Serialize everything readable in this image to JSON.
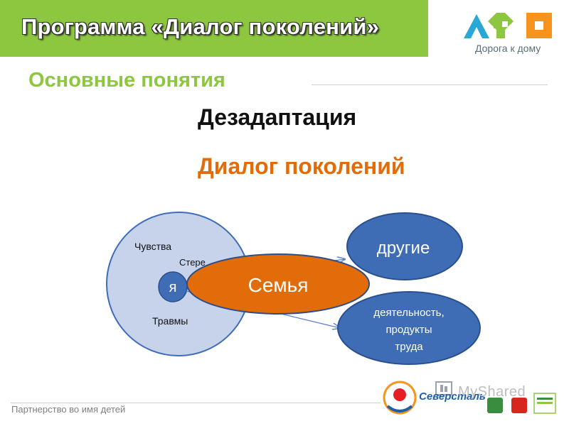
{
  "header": {
    "title": "Программа «Диалог поколений»",
    "logo_caption": "Дорога к дому"
  },
  "subtitle": "Основные понятия",
  "terms": [
    "Дезадаптация",
    "Диалог поколений"
  ],
  "diagram": {
    "self_circle": {
      "center_label": "я",
      "labels": [
        "Чувства",
        "Стере",
        "Травмы"
      ]
    },
    "family": "Семья",
    "others": "другие",
    "activity": [
      "деятельность,",
      "продукты",
      "труда"
    ]
  },
  "footer": {
    "text": "Партнерство во имя детей",
    "sponsor": "Северсталь",
    "watermark": "MyShared"
  },
  "colors": {
    "green": "#8dc63f",
    "orange": "#e36c0a",
    "blue": "#3e6db5",
    "light_blue": "#c6d3ea"
  }
}
